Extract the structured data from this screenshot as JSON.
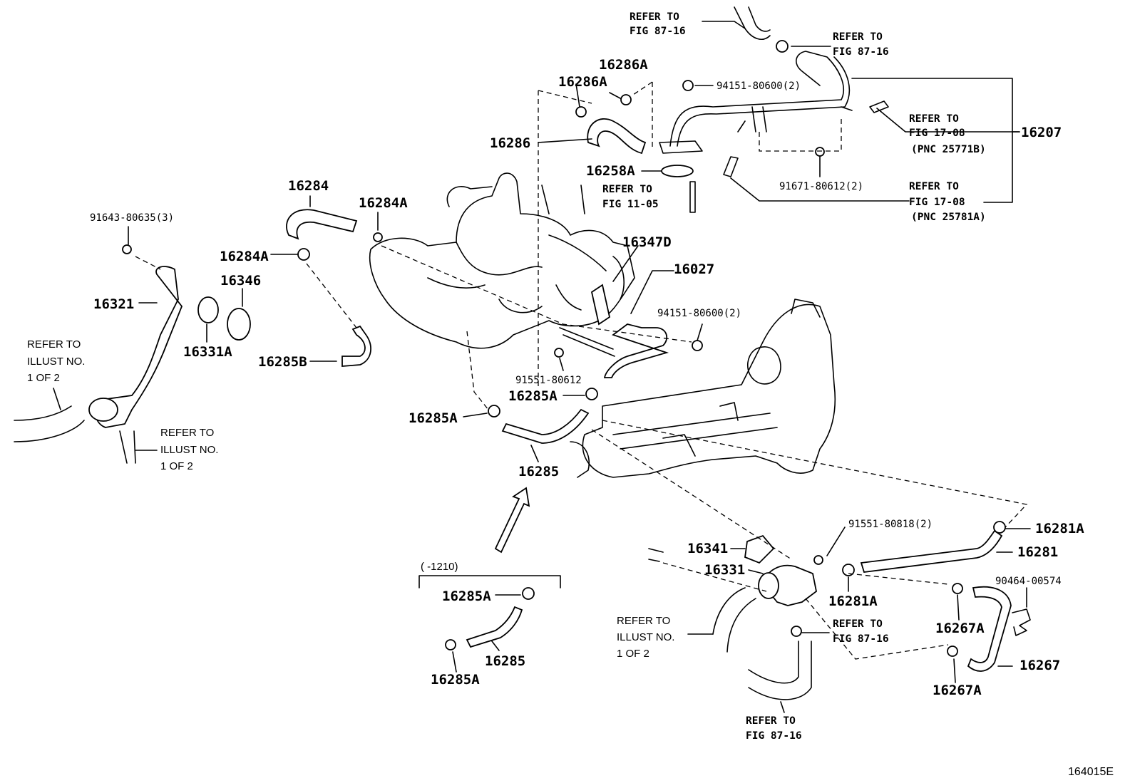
{
  "parts": {
    "p16286A_top": "16286A",
    "p16286A": "16286A",
    "p16286": "16286",
    "p16258A": "16258A",
    "p94151_top": "94151-80600(2)",
    "p91671": "91671-80612(2)",
    "p16207": "16207",
    "p16284": "16284",
    "p16284A_right": "16284A",
    "p16284A_left": "16284A",
    "p91643": "91643-80635(3)",
    "p16346": "16346",
    "p16321": "16321",
    "p16331A": "16331A",
    "p16285B": "16285B",
    "p16347D": "16347D",
    "p16027": "16027",
    "p94151_mid": "94151-80600(2)",
    "p91551_a": "91551-80612",
    "p16285A_a": "16285A",
    "p16285A_b": "16285A",
    "p16285_a": "16285",
    "p16285A_c": "16285A",
    "p16285_b": "16285",
    "p16285A_d": "16285A",
    "p91551_b": "91551-80818(2)",
    "p16281A_r": "16281A",
    "p16281": "16281",
    "p16341": "16341",
    "p16331": "16331",
    "p16281A_b": "16281A",
    "p90464": "90464-00574",
    "p16267A_a": "16267A",
    "p16267": "16267",
    "p16267A_b": "16267A"
  },
  "refs": {
    "r_top_left_1": "REFER TO",
    "r_top_left_2": "FIG 87-16",
    "r_top_right_1": "REFER TO",
    "r_top_right_2": "FIG 87-16",
    "r_1708a_1": "REFER TO",
    "r_1708a_2": "FIG 17-08",
    "r_1708a_3": "(PNC 25771B)",
    "r_1708b_1": "REFER TO",
    "r_1708b_2": "FIG 17-08",
    "r_1708b_3": "(PNC 25781A)",
    "r_1105_1": "REFER TO",
    "r_1105_2": "FIG 11-05",
    "r_8716c_1": "REFER TO",
    "r_8716c_2": "FIG 87-16",
    "r_8716d_1": "REFER TO",
    "r_8716d_2": "FIG 87-16"
  },
  "illust": {
    "left_1": "REFER TO",
    "left_2": "ILLUST NO.",
    "left_3": "1 OF 2",
    "mid_1": "REFER TO",
    "mid_2": "ILLUST NO.",
    "mid_3": "1 OF 2",
    "bot_1": "REFER TO",
    "bot_2": "ILLUST NO.",
    "bot_3": "1 OF 2"
  },
  "range_label": "(    -1210)",
  "footer_code": "164015E"
}
